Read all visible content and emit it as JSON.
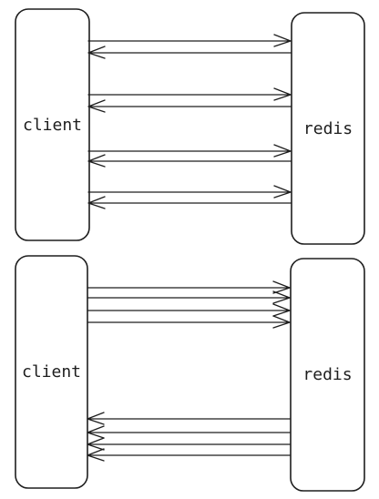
{
  "colors": {
    "stroke": "#1e1e1e",
    "background": "#ffffff"
  },
  "diagrams": [
    {
      "mode": "request-response",
      "client_label": "client",
      "server_label": "redis",
      "arrows": [
        {
          "from": "client",
          "to": "redis"
        },
        {
          "from": "redis",
          "to": "client"
        },
        {
          "from": "client",
          "to": "redis"
        },
        {
          "from": "redis",
          "to": "client"
        },
        {
          "from": "client",
          "to": "redis"
        },
        {
          "from": "redis",
          "to": "client"
        },
        {
          "from": "client",
          "to": "redis"
        },
        {
          "from": "redis",
          "to": "client"
        }
      ]
    },
    {
      "mode": "pipelined",
      "client_label": "client",
      "server_label": "redis",
      "arrows": [
        {
          "from": "client",
          "to": "redis"
        },
        {
          "from": "client",
          "to": "redis"
        },
        {
          "from": "client",
          "to": "redis"
        },
        {
          "from": "client",
          "to": "redis"
        },
        {
          "from": "redis",
          "to": "client"
        },
        {
          "from": "redis",
          "to": "client"
        },
        {
          "from": "redis",
          "to": "client"
        },
        {
          "from": "redis",
          "to": "client"
        }
      ]
    }
  ]
}
